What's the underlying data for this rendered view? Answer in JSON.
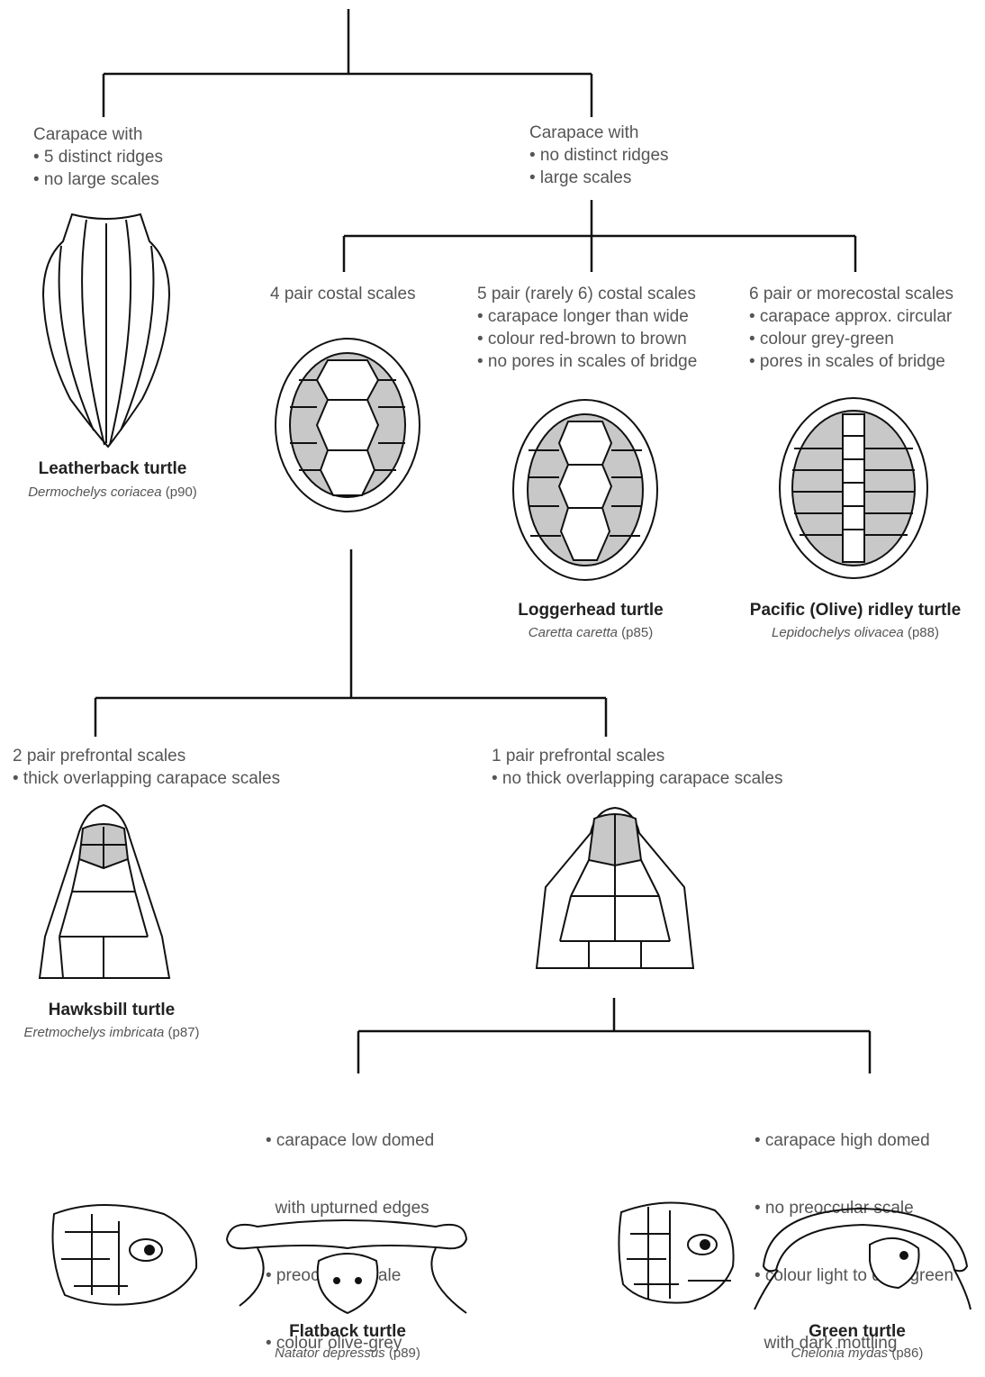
{
  "root": {
    "left_criteria": [
      "Carapace with",
      "• 5 distinct ridges",
      "• no large scales"
    ],
    "right_criteria": [
      "Carapace with",
      "• no distinct ridges",
      "• large scales"
    ]
  },
  "costal": {
    "four": [
      "4 pair costal scales"
    ],
    "five": [
      "5 pair (rarely 6) costal scales",
      "• carapace longer than wide",
      "• colour red-brown to brown",
      "• no pores in scales of bridge"
    ],
    "six": [
      "6 pair or morecostal scales",
      "• carapace approx. circular",
      "• colour grey-green",
      "• pores in scales of bridge"
    ]
  },
  "prefrontal": {
    "two": [
      "2 pair prefrontal scales",
      "• thick overlapping carapace scales"
    ],
    "one": [
      "1 pair prefrontal scales",
      "• no thick overlapping carapace scales"
    ]
  },
  "dome": {
    "low": [
      "• carapace low domed",
      "  with upturned edges",
      "• preoccular scale",
      "• colour olive-grey"
    ],
    "high": [
      "• carapace high domed",
      "• no preoccular scale",
      "• colour light to dark green",
      "  with dark mottling"
    ]
  },
  "species": {
    "leatherback": {
      "name": "Leatherback turtle",
      "sci": "Dermochelys coriacea",
      "page": "(p90)"
    },
    "loggerhead": {
      "name": "Loggerhead turtle",
      "sci": "Caretta caretta",
      "page": "(p85)"
    },
    "ridley": {
      "name": "Pacific (Olive) ridley turtle",
      "sci": "Lepidochelys olivacea",
      "page": "(p88)"
    },
    "hawksbill": {
      "name": "Hawksbill turtle",
      "sci": "Eretmochelys imbricata",
      "page": "(p87)"
    },
    "flatback": {
      "name": "Flatback turtle",
      "sci": "Natator depressus",
      "page": "(p89)"
    },
    "green": {
      "name": "Green turtle",
      "sci": "Chelonia mydas",
      "page": "(p86)"
    }
  },
  "colors": {
    "line": "#111111",
    "scale_fill": "#c8c8c8",
    "text": "#555555",
    "name_text": "#222222"
  }
}
